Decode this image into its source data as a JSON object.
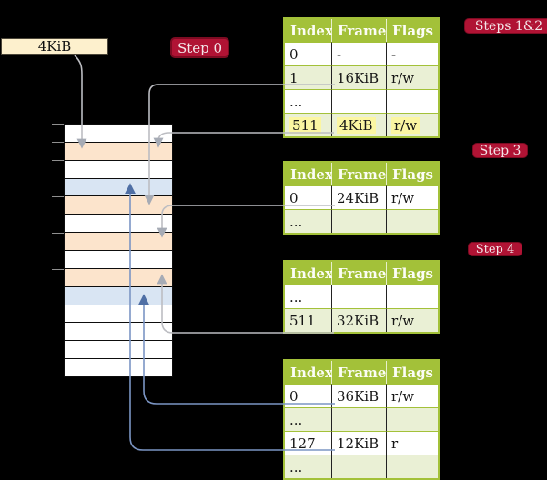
{
  "colors": {
    "background": "#000000",
    "table_header_green": "#a3c139",
    "table_row_green": "#eaf0d5",
    "table_row_white": "#ffffff",
    "frame_orange": "#fce4cc",
    "frame_blue": "#d9e5f3",
    "label_cream": "#fdf0cd",
    "badge_red": "#b01334",
    "badge_border": "#7c0b22",
    "highlight_yellow": "#fbf6a2",
    "arrow_gray": "#bcbdc2",
    "arrow_blue": "#7b95c4",
    "arrowhead_gray": "#a6abb5",
    "arrowhead_blue": "#4f6fa5"
  },
  "frame_size_label": "4KiB",
  "badges": {
    "step0": "Step 0",
    "steps12": "Steps 1&2",
    "step3": "Step 3",
    "step4": "Step 4"
  },
  "memory_column": {
    "frames": [
      "white",
      "orange",
      "white",
      "blue",
      "orange",
      "white",
      "orange",
      "white",
      "orange",
      "blue",
      "white",
      "white",
      "white",
      "white"
    ]
  },
  "tables": [
    {
      "name": "page-table-steps-1-2",
      "headers": [
        "Index",
        "Frame",
        "Flags"
      ],
      "rows": [
        {
          "cells": [
            "0",
            "-",
            "-"
          ],
          "shaded": false,
          "highlighted": false
        },
        {
          "cells": [
            "1",
            "16KiB",
            "r/w"
          ],
          "shaded": true,
          "highlighted": false
        },
        {
          "cells": [
            "...",
            "",
            ""
          ],
          "shaded": false,
          "highlighted": false
        },
        {
          "cells": [
            "511",
            "4KiB",
            "r/w"
          ],
          "shaded": true,
          "highlighted": true
        }
      ]
    },
    {
      "name": "page-table-step-3",
      "headers": [
        "Index",
        "Frame",
        "Flags"
      ],
      "rows": [
        {
          "cells": [
            "0",
            "24KiB",
            "r/w"
          ],
          "shaded": false,
          "highlighted": false
        },
        {
          "cells": [
            "...",
            "",
            ""
          ],
          "shaded": true,
          "highlighted": false
        }
      ]
    },
    {
      "name": "page-table-step-4",
      "headers": [
        "Index",
        "Frame",
        "Flags"
      ],
      "rows": [
        {
          "cells": [
            "...",
            "",
            ""
          ],
          "shaded": false,
          "highlighted": false
        },
        {
          "cells": [
            "511",
            "32KiB",
            "r/w"
          ],
          "shaded": true,
          "highlighted": false
        }
      ]
    },
    {
      "name": "page-table-final",
      "headers": [
        "Index",
        "Frame",
        "Flags"
      ],
      "rows": [
        {
          "cells": [
            "0",
            "36KiB",
            "r/w"
          ],
          "shaded": false,
          "highlighted": false
        },
        {
          "cells": [
            "...",
            "",
            ""
          ],
          "shaded": true,
          "highlighted": false
        },
        {
          "cells": [
            "127",
            "12KiB",
            "r"
          ],
          "shaded": false,
          "highlighted": false
        },
        {
          "cells": [
            "...",
            "",
            ""
          ],
          "shaded": true,
          "highlighted": false
        }
      ]
    }
  ],
  "arrows": [
    {
      "from": "4KiB label",
      "to": "frame 4KiB",
      "color": "gray"
    },
    {
      "from": "table1 entry 1 (16KiB)",
      "to": "frame 16KiB",
      "color": "gray"
    },
    {
      "from": "table1 entry 511 (4KiB)",
      "to": "frame 4KiB",
      "color": "gray"
    },
    {
      "from": "table2 entry 0 (24KiB)",
      "to": "frame 24KiB",
      "color": "gray"
    },
    {
      "from": "table3 entry 511 (32KiB)",
      "to": "frame 32KiB",
      "color": "gray"
    },
    {
      "from": "table4 entry 0 (36KiB)",
      "to": "frame 36KiB",
      "color": "blue"
    },
    {
      "from": "table4 entry 127 (12KiB)",
      "to": "frame 12KiB",
      "color": "blue"
    }
  ]
}
